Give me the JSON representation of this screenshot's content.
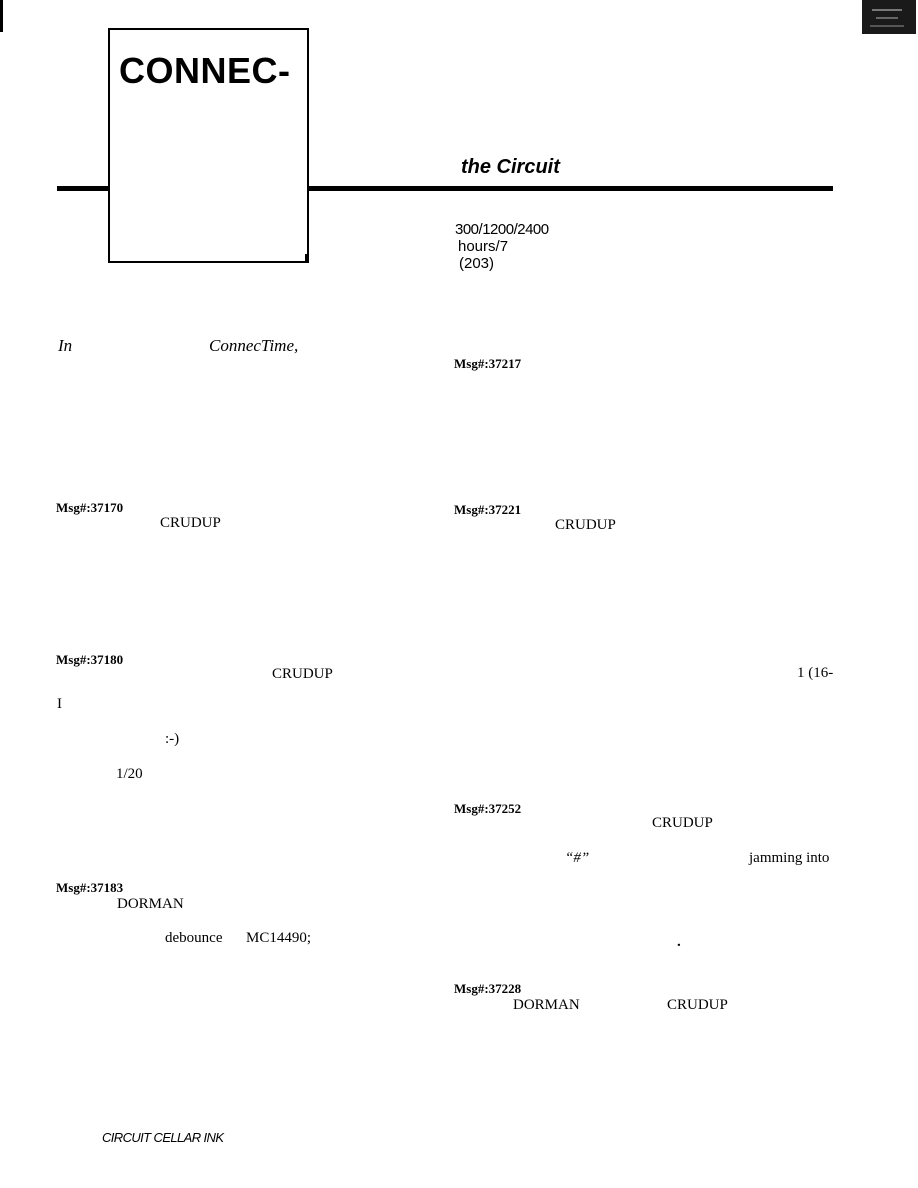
{
  "header": {
    "logo_text": "CONNEC-",
    "subtitle": "the Circuit"
  },
  "bbs_info": {
    "line1": "300/1200/2400",
    "line2": "hours/7",
    "line3": "(203)"
  },
  "left_column": {
    "intro_in": "In",
    "intro_name": "ConnecTime,",
    "msg_37170": "Msg#:37170",
    "name_crudup_1": "CRUDUP",
    "msg_37180": "Msg#:37180",
    "name_crudup_2": "CRUDUP",
    "i_letter": "I",
    "smiley": ":-)",
    "fraction": "1/20",
    "msg_37183": "Msg#:37183",
    "name_dorman_1": "DORMAN",
    "word_debounce": "debounce",
    "part_mc14490": "MC14490;"
  },
  "right_column": {
    "msg_37217": "Msg#:37217",
    "msg_37221": "Msg#:37221",
    "name_crudup_3": "CRUDUP",
    "frag_16": "1 (16-",
    "msg_37252": "Msg#:37252",
    "name_crudup_4": "CRUDUP",
    "quote_hash": "“#”",
    "jamming_into": "jamming into",
    "period": ".",
    "msg_37228": "Msg#:37228",
    "name_dorman_2": "DORMAN",
    "name_crudup_5": "CRUDUP"
  },
  "footer": {
    "magazine": "CIRCUIT CELLAR INK"
  }
}
